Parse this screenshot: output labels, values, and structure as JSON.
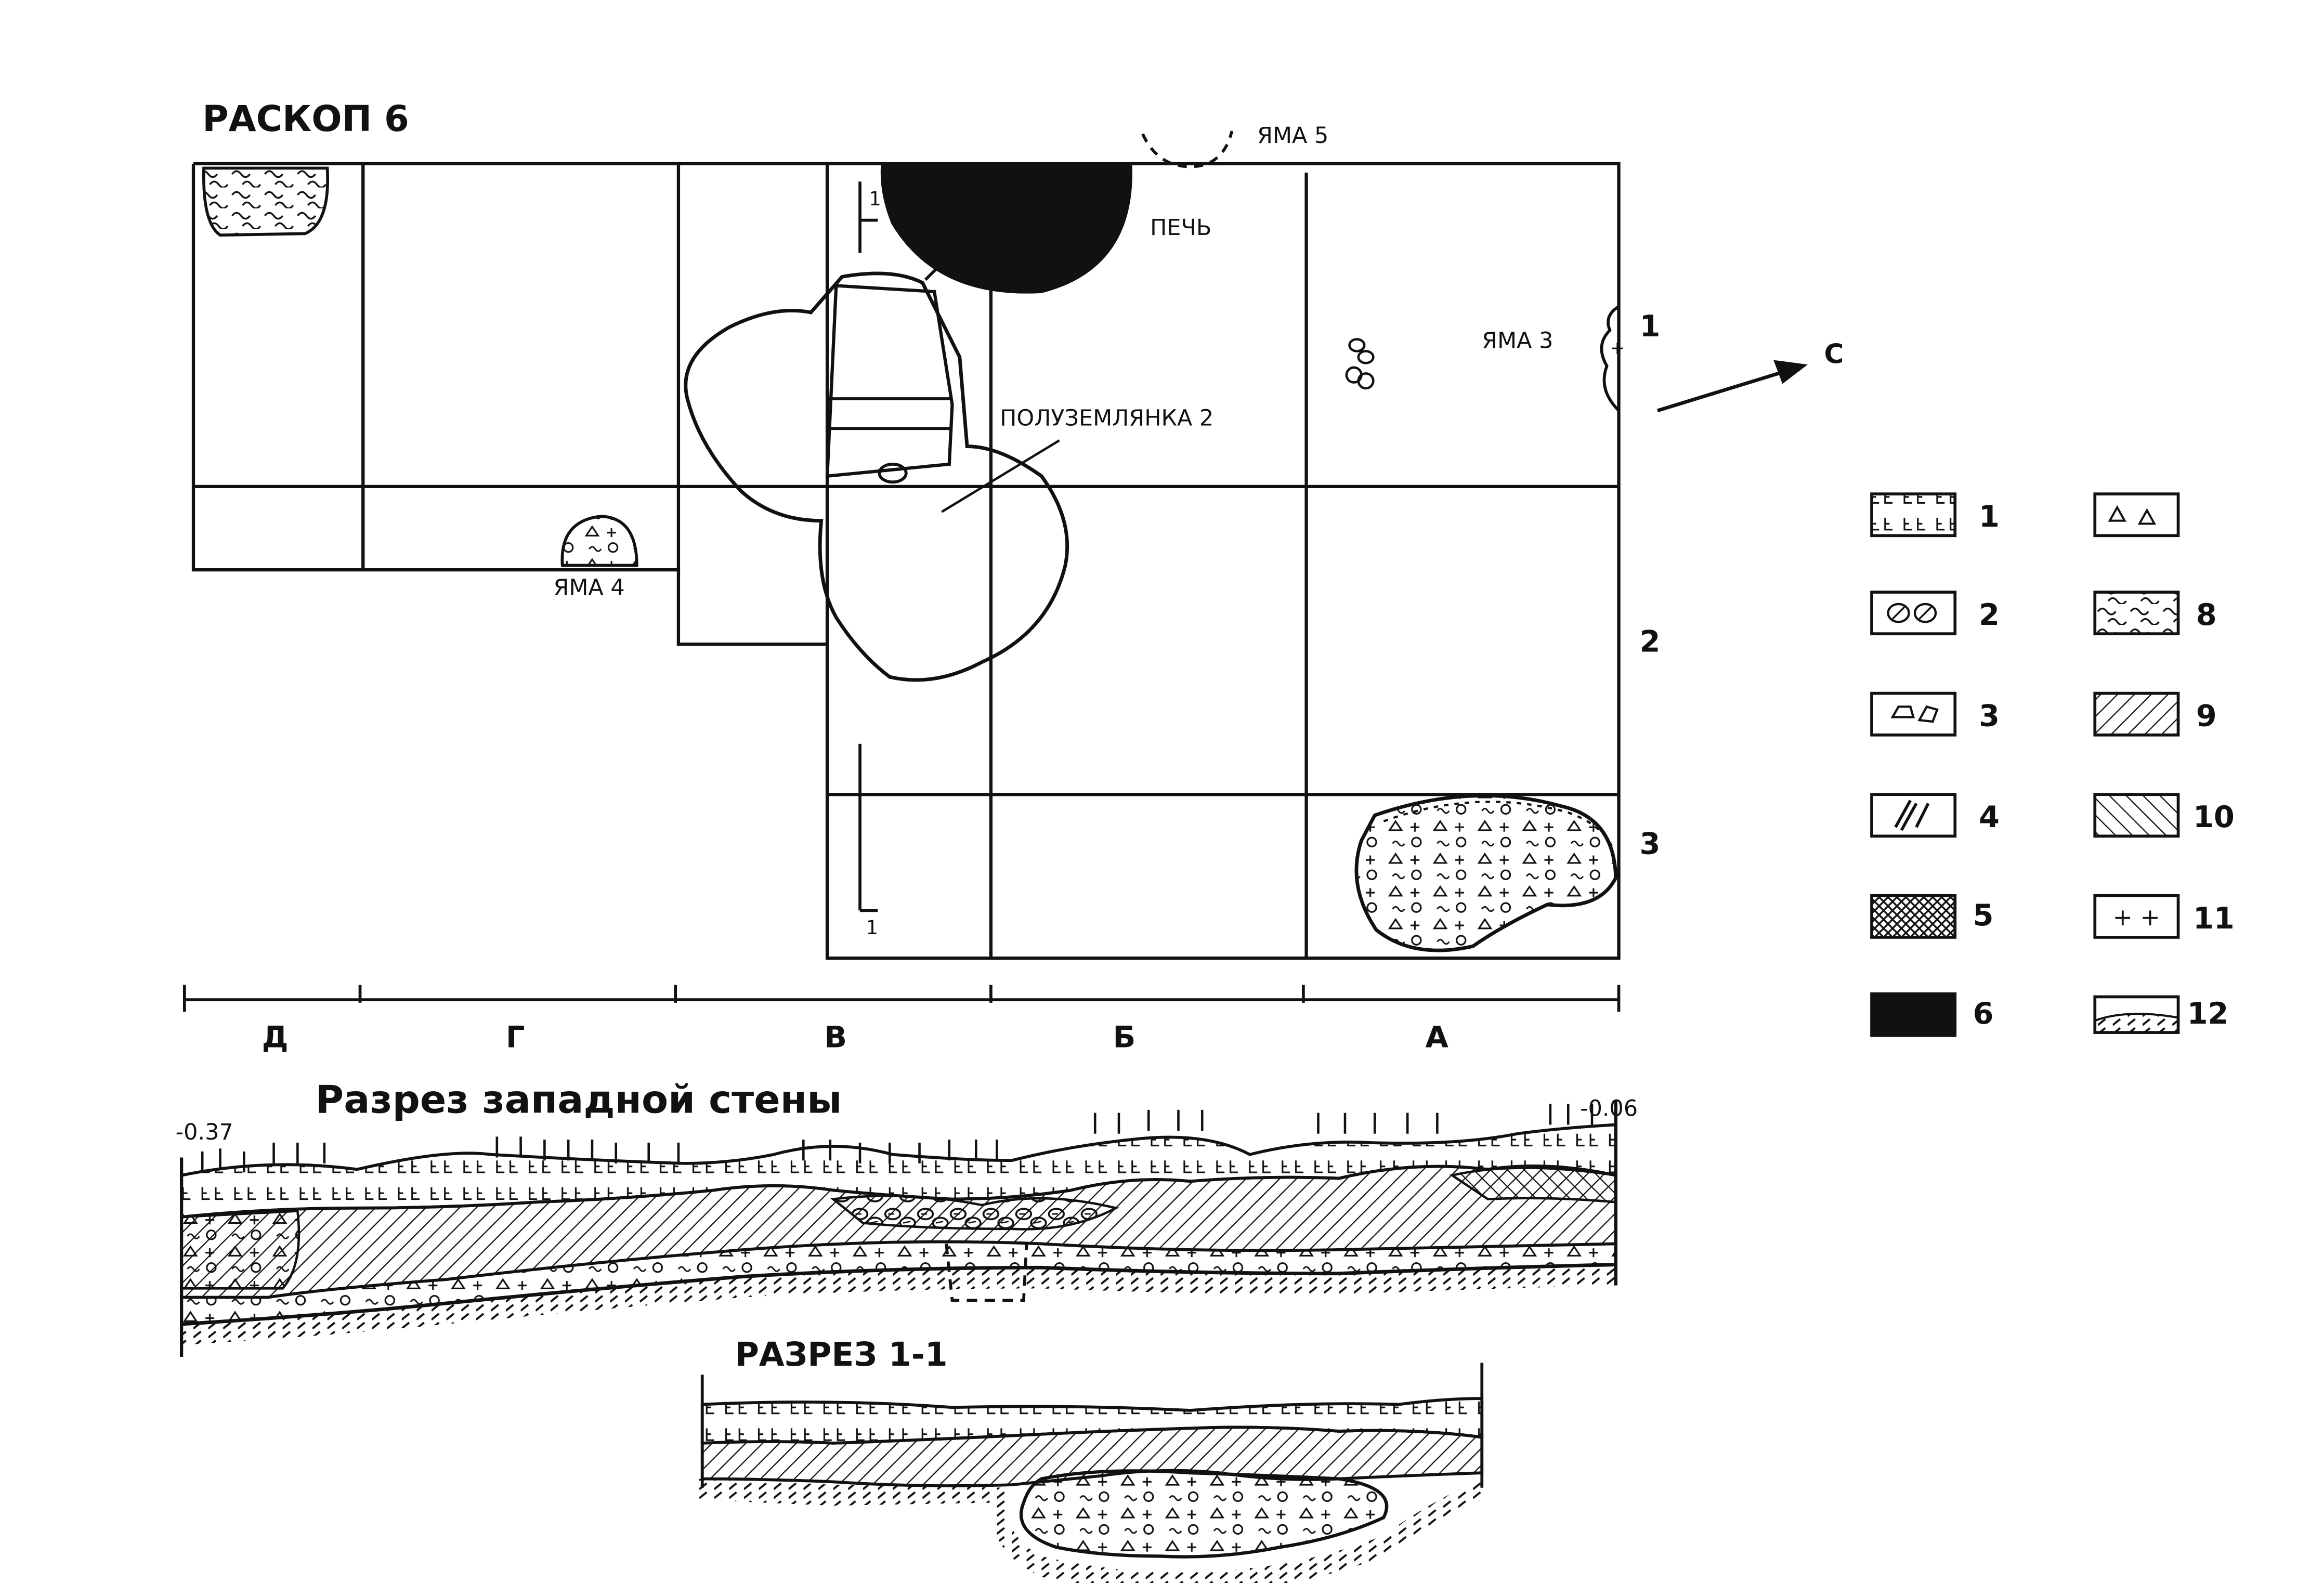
{
  "title": "РАСКОП 6",
  "features": {
    "pit5": "ЯМА 5",
    "oven": "ПЕЧЬ",
    "pit3": "ЯМА 3",
    "dugout": "ПОЛУЗЕМЛЯНКА 2",
    "pit4": "ЯМА 4",
    "north_arrow": "С"
  },
  "grid": {
    "col_labels": [
      "Д",
      "Г",
      "В",
      "Б",
      "А"
    ],
    "row_labels": [
      "1",
      "2",
      "3"
    ]
  },
  "section_marks": {
    "top": "1",
    "bottom": "1"
  },
  "west_section": {
    "title": "Разрез западной стены",
    "elev_left": "-0.37",
    "elev_right": "-0.06"
  },
  "section_1_1": {
    "title": "РАЗРЕЗ 1-1"
  },
  "legend": [
    {
      "id": "1",
      "label": "1",
      "pattern": "turf"
    },
    {
      "id": "7",
      "label": "",
      "pattern": "triangles"
    },
    {
      "id": "2",
      "label": "2",
      "pattern": "stones-hatched"
    },
    {
      "id": "8",
      "label": "8",
      "pattern": "waves"
    },
    {
      "id": "3",
      "label": "3",
      "pattern": "stones-outline"
    },
    {
      "id": "9",
      "label": "9",
      "pattern": "hatch-right"
    },
    {
      "id": "4",
      "label": "4",
      "pattern": "bones"
    },
    {
      "id": "10",
      "label": "10",
      "pattern": "hatch-left"
    },
    {
      "id": "5",
      "label": "5",
      "pattern": "crosshatch"
    },
    {
      "id": "11",
      "label": "11",
      "pattern": "crosses"
    },
    {
      "id": "6",
      "label": "6",
      "pattern": "solid-black"
    },
    {
      "id": "12",
      "label": "12",
      "pattern": "subsoil"
    }
  ]
}
